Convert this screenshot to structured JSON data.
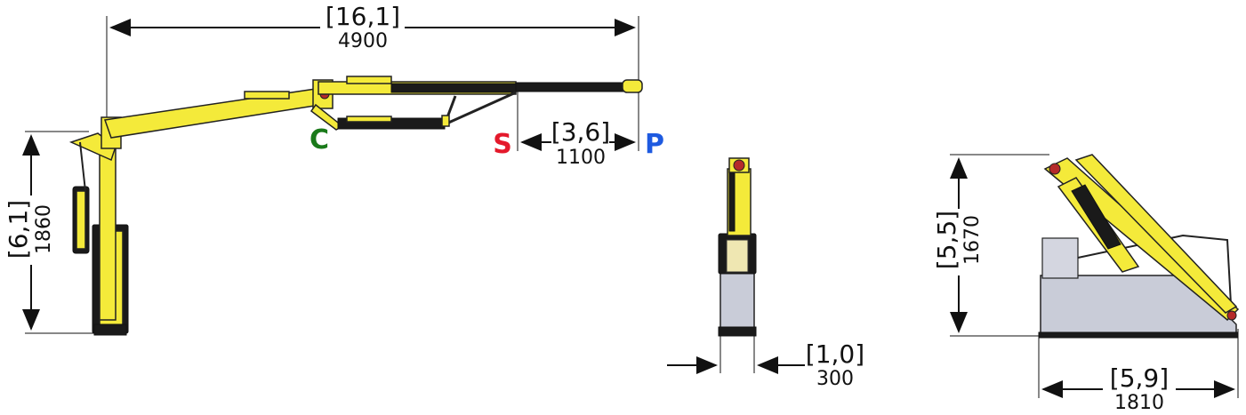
{
  "dimensions": {
    "overall_length": {
      "inches": "[16,1]",
      "mm": "4900"
    },
    "extension": {
      "inches": "[3,6]",
      "mm": "1100"
    },
    "folded_height": {
      "inches": "[6,1]",
      "mm": "1860"
    },
    "front_width": {
      "inches": "[1,0]",
      "mm": "300"
    },
    "side_height": {
      "inches": "[5,5]",
      "mm": "1670"
    },
    "side_length": {
      "inches": "[5,9]",
      "mm": "1810"
    }
  },
  "points": {
    "c": {
      "label": "C",
      "color": "#1a7a1a"
    },
    "s": {
      "label": "S",
      "color": "#e4192b"
    },
    "p": {
      "label": "P",
      "color": "#1e5ae0"
    }
  },
  "colors": {
    "crane_yellow": "#f4ea3a",
    "base_grey": "#c9ccd8"
  }
}
